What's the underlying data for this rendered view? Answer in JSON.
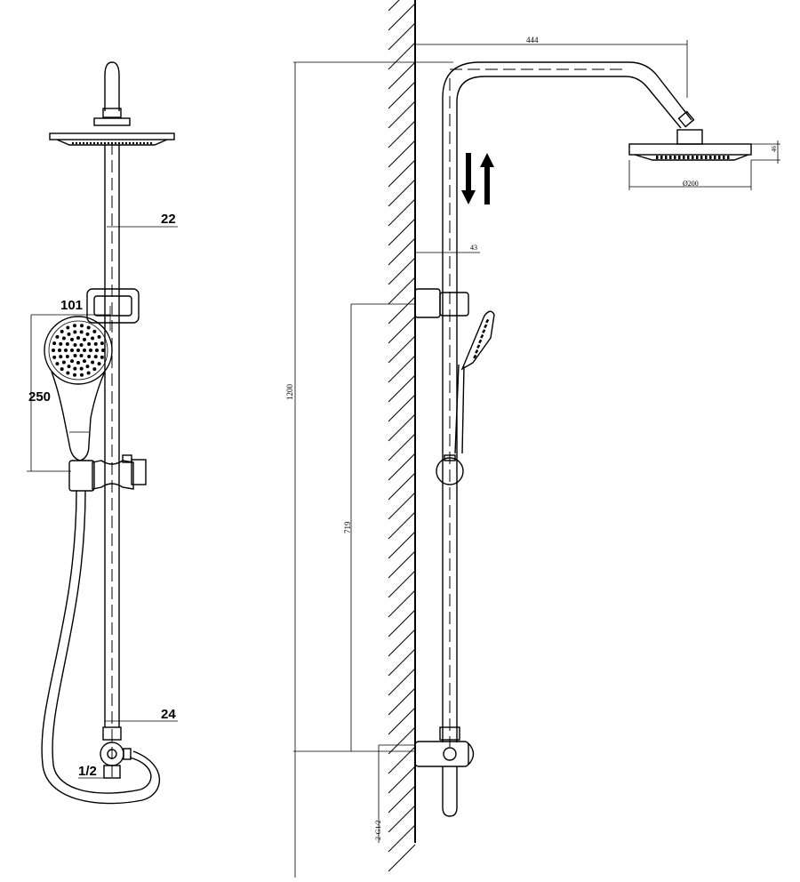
{
  "front_view": {
    "dim_pipe_upper": "22",
    "dim_handshower_width": "101",
    "dim_handshower_length": "250",
    "dim_pipe_lower": "24",
    "dim_inlet": "1/2"
  },
  "side_view": {
    "dim_arm_reach": "444",
    "dim_head_height": "46",
    "dim_head_diameter": "Ø200",
    "dim_wall_offset": "43",
    "dim_total_height": "1200",
    "dim_slider_height": "719",
    "dim_connection": "2-G1/2"
  },
  "icons": {
    "height_adjust": "up-down-arrows-icon"
  }
}
